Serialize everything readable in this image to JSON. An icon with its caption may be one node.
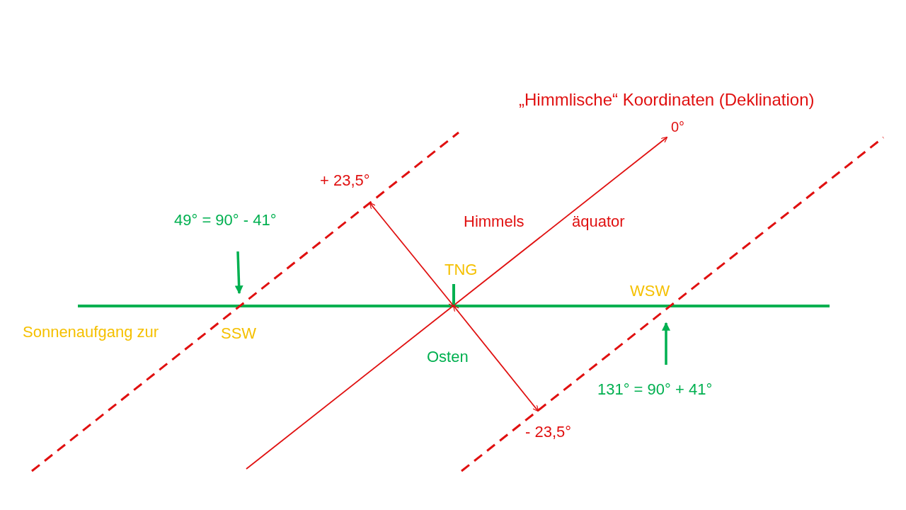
{
  "diagram": {
    "title": "„Himmlische“ Koordinaten (Deklination)",
    "labels": [
      "0°",
      "+ 23,5°",
      "49° = 90° - 41°",
      "Himmels",
      "äquator",
      "TNG",
      "WSW",
      "Sonnenaufgang zur",
      "SSW",
      "Osten",
      "131° = 90° + 41°",
      "- 23,5°"
    ]
  }
}
